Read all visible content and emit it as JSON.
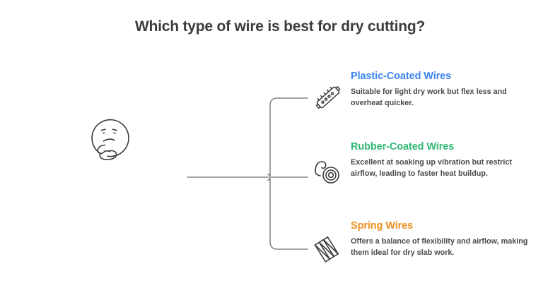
{
  "title": "Which type of wire is best for dry cutting?",
  "colors": {
    "title": "#3c3c3c",
    "body_text": "#4a4a4a",
    "connector": "#6e6e6e",
    "thinker": "#3a3a3a",
    "icon": "#3a3a3a",
    "background": "#ffffff",
    "accent_blue": "#3d86f0",
    "accent_green": "#2eb872",
    "accent_orange": "#ef9021"
  },
  "thinker": {
    "icon_name": "thinking-face-icon",
    "label": "thinking face"
  },
  "branches": [
    {
      "icon_name": "plastic-coated-wire-icon",
      "heading": "Plastic-Coated Wires",
      "color": "#3d86f0",
      "description": "Suitable for light dry work but flex less and overheat quicker."
    },
    {
      "icon_name": "rubber-coated-wire-icon",
      "heading": "Rubber-Coated Wires",
      "color": "#2eb872",
      "description": "Excellent at soaking up vibration but restrict airflow, leading to faster heat buildup."
    },
    {
      "icon_name": "spring-wire-icon",
      "heading": "Spring Wires",
      "color": "#ef9021",
      "description": "Offers a balance of flexibility and airflow, making them ideal for dry slab work."
    }
  ]
}
